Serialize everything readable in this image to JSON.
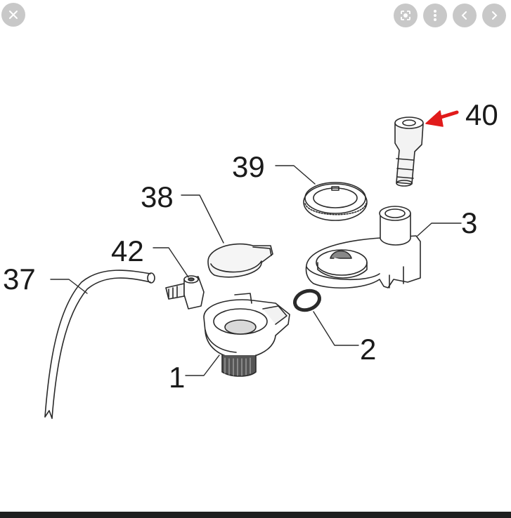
{
  "toolbar": {
    "close_icon": "close-icon",
    "lens_icon": "lens-search-icon",
    "more_icon": "more-vertical-icon",
    "prev_icon": "chevron-left-icon",
    "next_icon": "chevron-right-icon",
    "button_color": "#c8c8c8"
  },
  "diagram": {
    "callouts": {
      "p1": "1",
      "p2": "2",
      "p3": "3",
      "p37": "37",
      "p38": "38",
      "p39": "39",
      "p40": "40",
      "p42": "42"
    },
    "highlight_arrow_color": "#e11b1b"
  }
}
